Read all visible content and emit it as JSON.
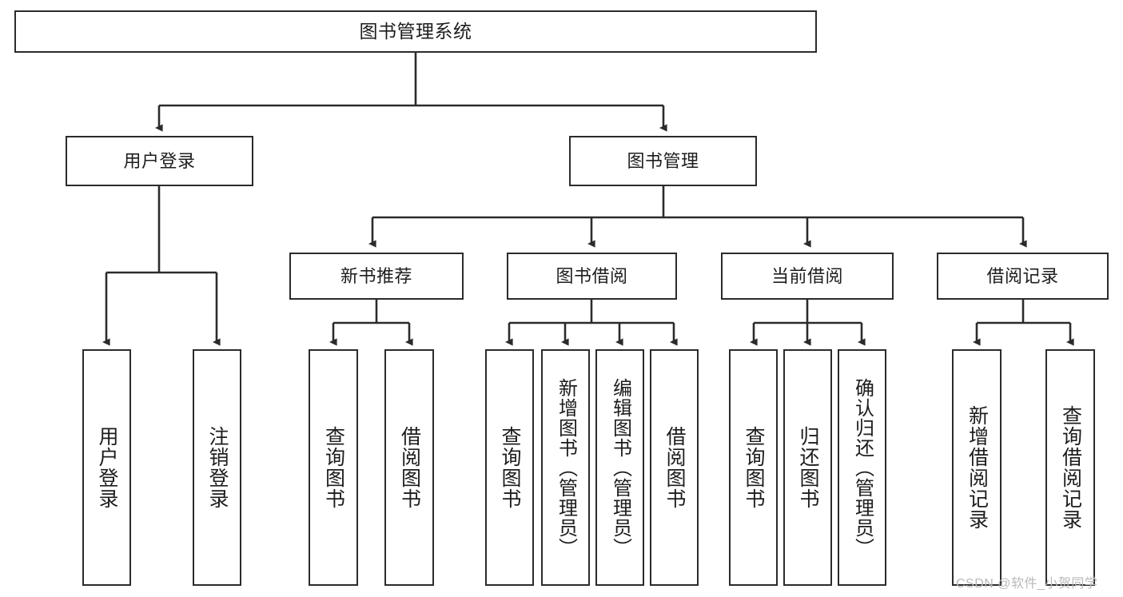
{
  "diagram": {
    "title": "图书管理系统",
    "type": "功能结构图",
    "colors": {
      "box_border": "#2b2b2b",
      "box_fill": "#ffffff",
      "edge": "#2b2b2b",
      "text": "#1d1d1d",
      "watermark": "#b9b9b9",
      "background": "#ffffff"
    },
    "nodes": {
      "root": {
        "label": "图书管理系统"
      },
      "level2": [
        {
          "label": "用户登录"
        },
        {
          "label": "图书管理"
        }
      ],
      "level3": [
        {
          "label": "新书推荐"
        },
        {
          "label": "图书借阅"
        },
        {
          "label": "当前借阅"
        },
        {
          "label": "借阅记录"
        }
      ],
      "leaves_user_login": [
        {
          "label": "用户登录"
        },
        {
          "label": "注销登录"
        }
      ],
      "leaves_new_books": [
        {
          "label": "查询图书"
        },
        {
          "label": "借阅图书"
        }
      ],
      "leaves_borrow": [
        {
          "label": "查询图书"
        },
        {
          "label": "新增图书（管理员）"
        },
        {
          "label": "编辑图书（管理员）"
        },
        {
          "label": "借阅图书"
        }
      ],
      "leaves_current": [
        {
          "label": "查询图书"
        },
        {
          "label": "归还图书"
        },
        {
          "label": "确认归还（管理员）"
        }
      ],
      "leaves_records": [
        {
          "label": "新增借阅记录"
        },
        {
          "label": "查询借阅记录"
        }
      ]
    },
    "watermark": "CSDN @软件_小贺同学"
  }
}
